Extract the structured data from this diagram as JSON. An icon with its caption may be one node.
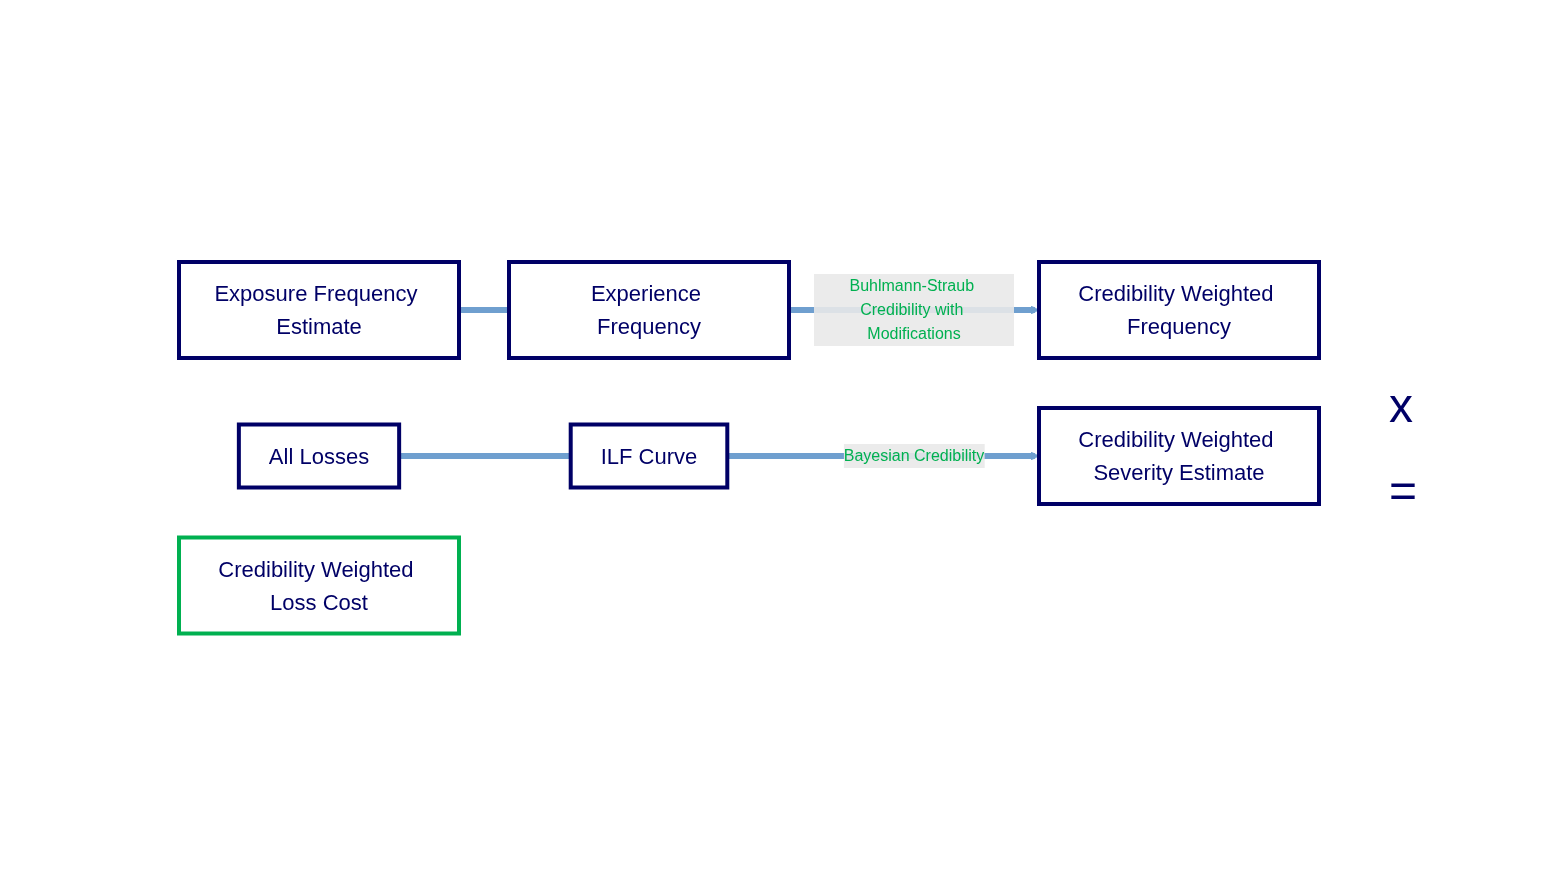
{
  "diagram": {
    "nodes": [
      {
        "text": [
          "Exposure Frequency Estimate"
        ]
      },
      {
        "text": [
          "Experience Frequency"
        ]
      },
      {
        "text": [
          "Credibility Weighted Frequency"
        ]
      },
      {
        "text": [
          "All Losses"
        ]
      },
      {
        "text": [
          "ILF Curve"
        ]
      },
      {
        "text": [
          "Credibility Weighted Severity Estimate"
        ]
      },
      {
        "text": [
          "Credibility Weighted Loss Cost"
        ]
      }
    ],
    "edges": [
      {
        "from": 0,
        "to": 1,
        "arrow": "none"
      },
      {
        "from": 1,
        "to": 2,
        "arrow": "to",
        "label": "Buhlmann-Straub Credibility with Modifications"
      },
      {
        "from": 3,
        "to": 4,
        "arrow": "none"
      },
      {
        "from": 4,
        "to": 5,
        "arrow": "to",
        "label": "Bayesian Credibility"
      }
    ],
    "labels": [
      "x",
      "="
    ]
  }
}
